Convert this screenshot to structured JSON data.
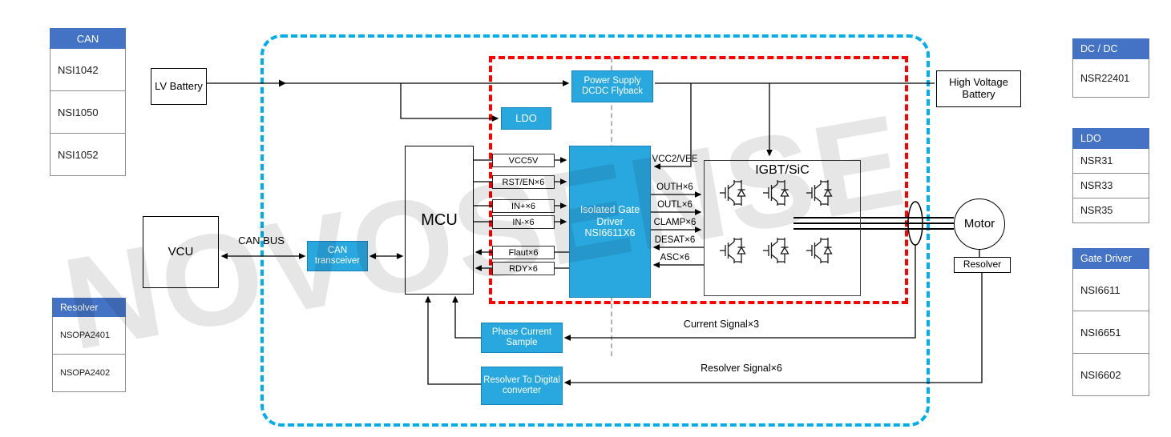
{
  "watermark": "NOVOSENSE",
  "colors": {
    "block_blue": "#29A8E0",
    "table_header_blue": "#4472C4",
    "system_boundary_blue": "#00AEEF",
    "hv_boundary_red": "#FE0000"
  },
  "tables": {
    "can": {
      "header": "CAN",
      "rows": [
        "NSI1042",
        "NSI1050",
        "NSI1052"
      ]
    },
    "resolver": {
      "header": "Resolver",
      "rows": [
        "NSOPA2401",
        "NSOPA2402"
      ]
    },
    "dcdc": {
      "header": "DC / DC",
      "rows": [
        "NSR22401"
      ]
    },
    "ldo": {
      "header": "LDO",
      "rows": [
        "NSR31",
        "NSR33",
        "NSR35"
      ]
    },
    "gate_driver": {
      "header": "Gate Driver",
      "rows": [
        "NSI6611",
        "NSI6651",
        "NSI6602"
      ]
    }
  },
  "blocks": {
    "lv_battery": "LV Battery",
    "vcu": "VCU",
    "hv_battery": "High Voltage Battery",
    "can_transceiver": "CAN transceiver",
    "mcu": "MCU",
    "ldo": "LDO",
    "power_supply": "Power Supply DCDC Flyback",
    "isolated_gate_driver": "Isolated Gate Driver NSI6611X6",
    "igbt": "IGBT/SiC",
    "motor": "Motor",
    "resolver": "Resolver",
    "phase_current_sample": "Phase Current Sample",
    "resolver_to_digital": "Resolver To Digital converter"
  },
  "signals": {
    "mcu_to_driver": [
      "VCC5V",
      "RST/EN×6",
      "IN+×6",
      "IN-×6",
      "Flaut×6",
      "RDY×6"
    ],
    "driver_to_power": [
      "VCC2/VEE",
      "OUTH×6",
      "OUTL×6",
      "CLAMP×6",
      "DESAT×6",
      "ASC×6"
    ]
  },
  "labels": {
    "can_bus": "CAN BUS",
    "current_signal": "Current Signal×3",
    "resolver_signal": "Resolver Signal×6"
  }
}
